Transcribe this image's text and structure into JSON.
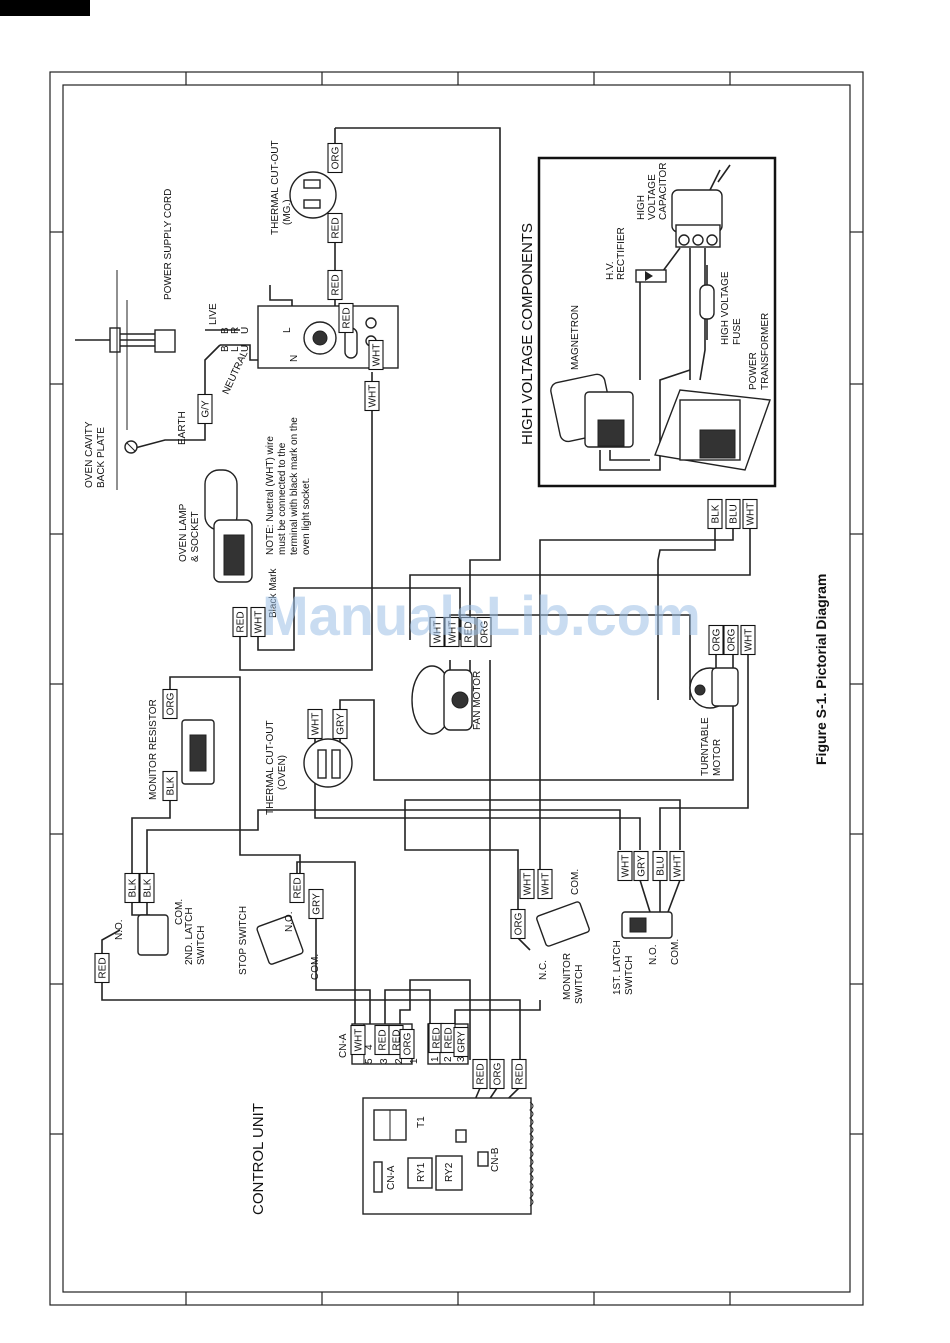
{
  "caption": "Figure S-1. Pictorial Diagram",
  "watermark": "ManualsLib.com",
  "labels": {
    "power_supply_cord": "POWER SUPPLY CORD",
    "live": "LIVE",
    "neutral": "NEUTRAL",
    "earth": "EARTH",
    "oven_cavity_back_plate": [
      "OVEN CAVITY",
      "BACK PLATE"
    ],
    "thermal_cutout_mg": [
      "THERMAL CUT-OUT",
      "(MG.)"
    ],
    "noise_filter_L": "L",
    "noise_filter_N": "N",
    "note": [
      "NOTE:  Nuetral  (WHT)  wire",
      "must  be  connected  to  the",
      "terminal with black mark on the",
      "oven light socket."
    ],
    "black_mark": "Black Mark",
    "oven_lamp": [
      "OVEN LAMP",
      "& SOCKET"
    ],
    "high_voltage_components": "HIGH VOLTAGE COMPONENTS",
    "magnetron": "MAGNETRON",
    "hv_rectifier": [
      "H.V.",
      "RECTIFIER"
    ],
    "hv_capacitor": [
      "HIGH",
      "VOLTAGE",
      "CAPACITOR"
    ],
    "hv_fuse": [
      "HIGH VOLTAGE",
      "FUSE"
    ],
    "power_transformer": [
      "POWER",
      "TRANSFORMER"
    ],
    "monitor_resistor": "MONITOR RESISTOR",
    "thermal_cutout_oven": [
      "THERMAL CUT-OUT",
      "(OVEN)"
    ],
    "fan_motor": "FAN MOTOR",
    "turntable_motor": [
      "TURNTABLE",
      "MOTOR"
    ],
    "no": "N.O.",
    "nc": "N.C.",
    "com": "COM.",
    "latch2": [
      "2ND. LATCH",
      "SWITCH"
    ],
    "stop_switch": "STOP SWITCH",
    "monitor_switch": [
      "MONITOR",
      "SWITCH"
    ],
    "latch1": [
      "1ST. LATCH",
      "SWITCH"
    ],
    "control_unit": "CONTROL UNIT",
    "cn_a": "CN-A",
    "cn_b": "CN-B",
    "ry1": "RY1",
    "ry2": "RY2",
    "t1": "T1",
    "pin_1": "1",
    "pin_2": "2",
    "pin_3": "3",
    "pin_4": "4",
    "pin_5": "5"
  },
  "plug_letters": {
    "b": "B",
    "r": "R",
    "u": "U",
    "b2": "B",
    "l": "L",
    "u2": "U"
  },
  "wire_tags": {
    "org_mg": "ORG",
    "red_mg": "RED",
    "red_mg2": "RED",
    "red_nf": "RED",
    "wht_nf": "WHT",
    "wht_nf2": "WHT",
    "gy": "G/Y",
    "red_lamp": "RED",
    "wht_lamp": "WHT",
    "org_res": "ORG",
    "blk_res": "BLK",
    "wht_th": "WHT",
    "gry_th": "GRY",
    "wht_fan": "WHT",
    "wht_fan2": "WHT",
    "red_fan": "RED",
    "org_fan": "ORG",
    "org_tt": "ORG",
    "org_tt2": "ORG",
    "wht_tt": "WHT",
    "blk_tr": "BLK",
    "blu_tr": "BLU",
    "wht_tr": "WHT",
    "blk_l2a": "BLK",
    "blk_l2b": "BLK",
    "red_l2": "RED",
    "red_ss": "RED",
    "gry_ss": "GRY",
    "org_ms": "ORG",
    "wht_ms": "WHT",
    "wht_ms2": "WHT",
    "wht_l1": "WHT",
    "gry_l1": "GRY",
    "blu_l1": "BLU",
    "wht_l1b": "WHT",
    "wht_cna": "WHT",
    "red_cna": "RED",
    "red_cna2": "RED",
    "org_cna": "ORG",
    "red_cnb": "RED",
    "red_cnb2": "RED",
    "gry_cnb": "GRY",
    "red_cu": "RED",
    "org_cu": "ORG",
    "red_cu2": "RED"
  }
}
